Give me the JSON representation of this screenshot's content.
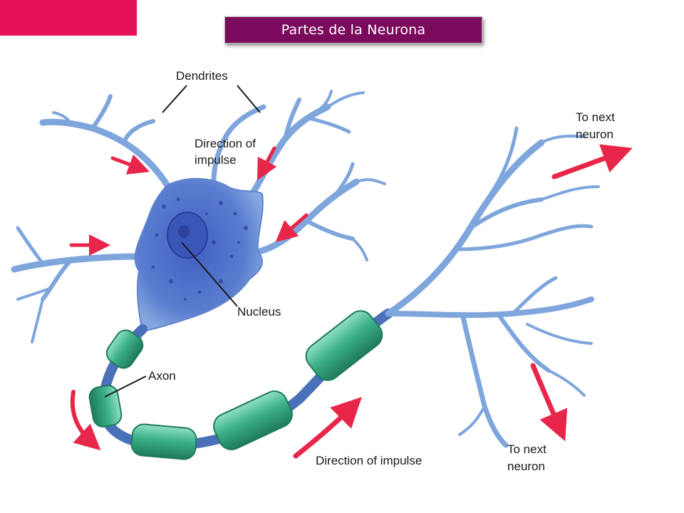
{
  "slide": {
    "title": "Partes de la Neurona",
    "colors": {
      "accent": "#e5105a",
      "banner": "#7a0a5c",
      "dendrite": "#7fa6dc",
      "soma": "#4466c8",
      "myelin": "#3cb08a",
      "arrow": "#e8264a"
    }
  },
  "diagram": {
    "labels": {
      "dendrites": "Dendrites",
      "direction_line1": "Direction of",
      "direction_line2": "impulse",
      "nucleus": "Nucleus",
      "axon": "Axon",
      "direction_bottom": "Direction of impulse",
      "next_top_line1": "To next",
      "next_top_line2": "neuron",
      "next_bottom_line1": "To next",
      "next_bottom_line2": "neuron"
    }
  }
}
